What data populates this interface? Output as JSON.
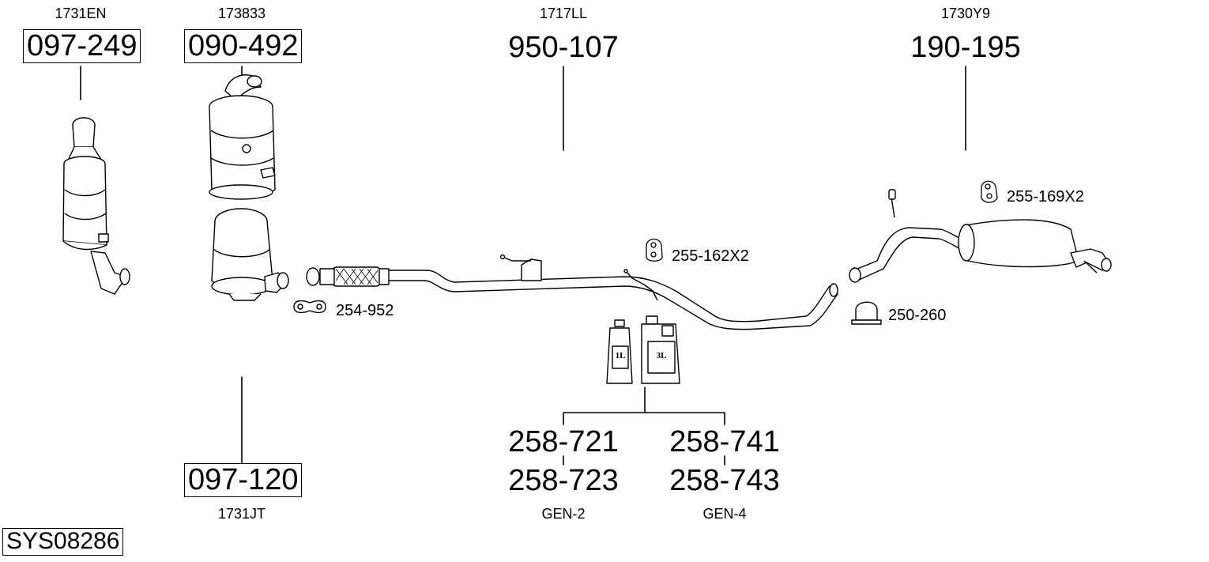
{
  "system_code": "SYS08286",
  "parts": {
    "cat1": {
      "oe": "1731EN",
      "number": "097-249"
    },
    "cat2": {
      "oe": "173833",
      "number": "090-492"
    },
    "dpf": {
      "oe": "1731JT",
      "number": "097-120"
    },
    "mid": {
      "oe": "1717LL",
      "number": "950-107"
    },
    "rear": {
      "oe": "1730Y9",
      "number": "190-195"
    }
  },
  "accessories": {
    "gasket": "254-952",
    "hanger_mid": "255-162X2",
    "hanger_rear": "255-169X2",
    "clamp": "250-260"
  },
  "fluids": {
    "bottle_small": "1L",
    "bottle_large": "3L",
    "gen2": {
      "a": "258-721",
      "b": "258-723",
      "label": "GEN-2"
    },
    "gen4": {
      "a": "258-741",
      "b": "258-743",
      "label": "GEN-4"
    }
  }
}
